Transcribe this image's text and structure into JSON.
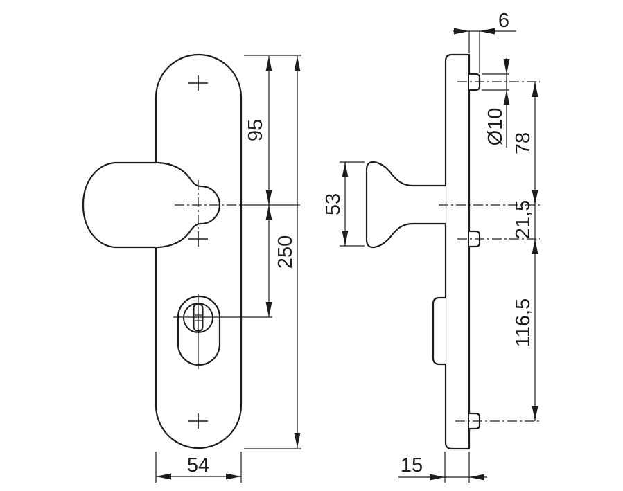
{
  "dims": {
    "front": {
      "top_to_knob": "95",
      "total_height": "250",
      "plate_width": "54"
    },
    "side": {
      "plate_thickness": "6",
      "pin_diameter": "Ø10",
      "screw_to_knob": "78",
      "knob_height": "53",
      "knob_to_screw": "21,5",
      "screw_to_screw": "116,5",
      "plate_depth": "15"
    }
  }
}
